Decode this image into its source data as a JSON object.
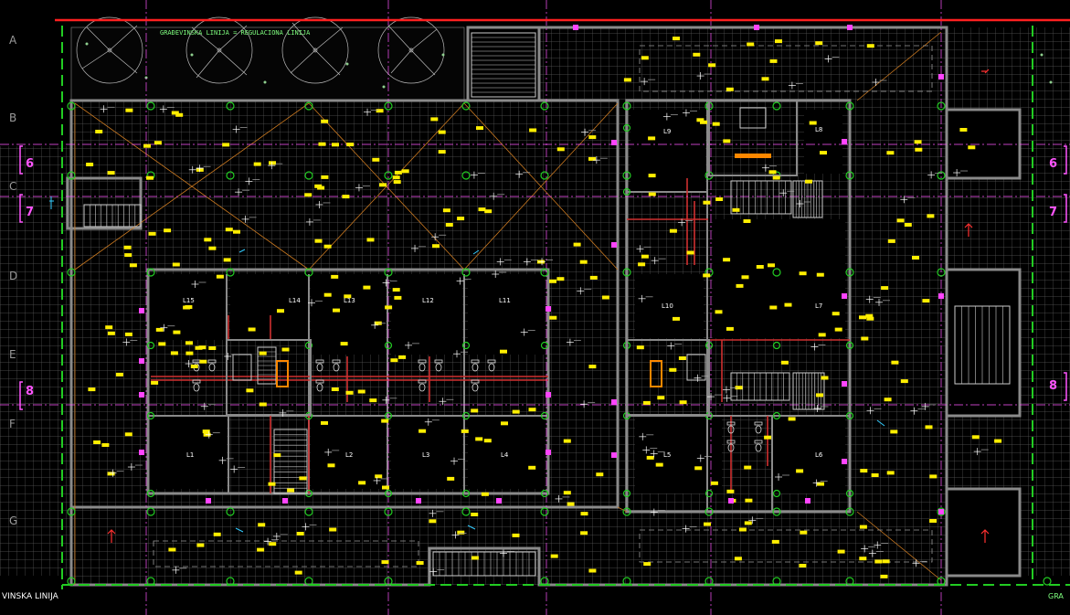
{
  "drawing": {
    "title_annotation": "GRAĐEVINSKA LINIJA = REGULACIONA LINIJA",
    "bottom_left_label": "VINSKA LINIJA",
    "bottom_right_label": "GRA",
    "row_axes": [
      "A",
      "B",
      "C",
      "D",
      "E",
      "F",
      "G"
    ],
    "column_axes_left": [
      "6",
      "7",
      "8"
    ],
    "column_axes_right": [
      "6",
      "7",
      "8"
    ],
    "units": [
      {
        "id": "L1",
        "label": "L1"
      },
      {
        "id": "L2",
        "label": "L2"
      },
      {
        "id": "L3",
        "label": "L3"
      },
      {
        "id": "L4",
        "label": "L4"
      },
      {
        "id": "L5",
        "label": "L5"
      },
      {
        "id": "L6",
        "label": "L6"
      },
      {
        "id": "L7",
        "label": "L7"
      },
      {
        "id": "L8",
        "label": "L8"
      },
      {
        "id": "L9",
        "label": "L9"
      },
      {
        "id": "L10",
        "label": "L10"
      },
      {
        "id": "L11",
        "label": "L11"
      },
      {
        "id": "L12",
        "label": "L12"
      },
      {
        "id": "L13",
        "label": "L13"
      },
      {
        "id": "L14",
        "label": "L14"
      },
      {
        "id": "L15",
        "label": "L15"
      }
    ],
    "colors": {
      "background": "#000000",
      "grid": "#6a6a6a",
      "walls": "#8a8a8a",
      "regulation_line": "#ff2020",
      "dash_boundary": "#22cc22",
      "axis_magenta": "#ff55ff",
      "tags": "#ffee00",
      "partitions": "#d03030",
      "orange": "#ff8800",
      "cyan": "#33ccff"
    }
  }
}
